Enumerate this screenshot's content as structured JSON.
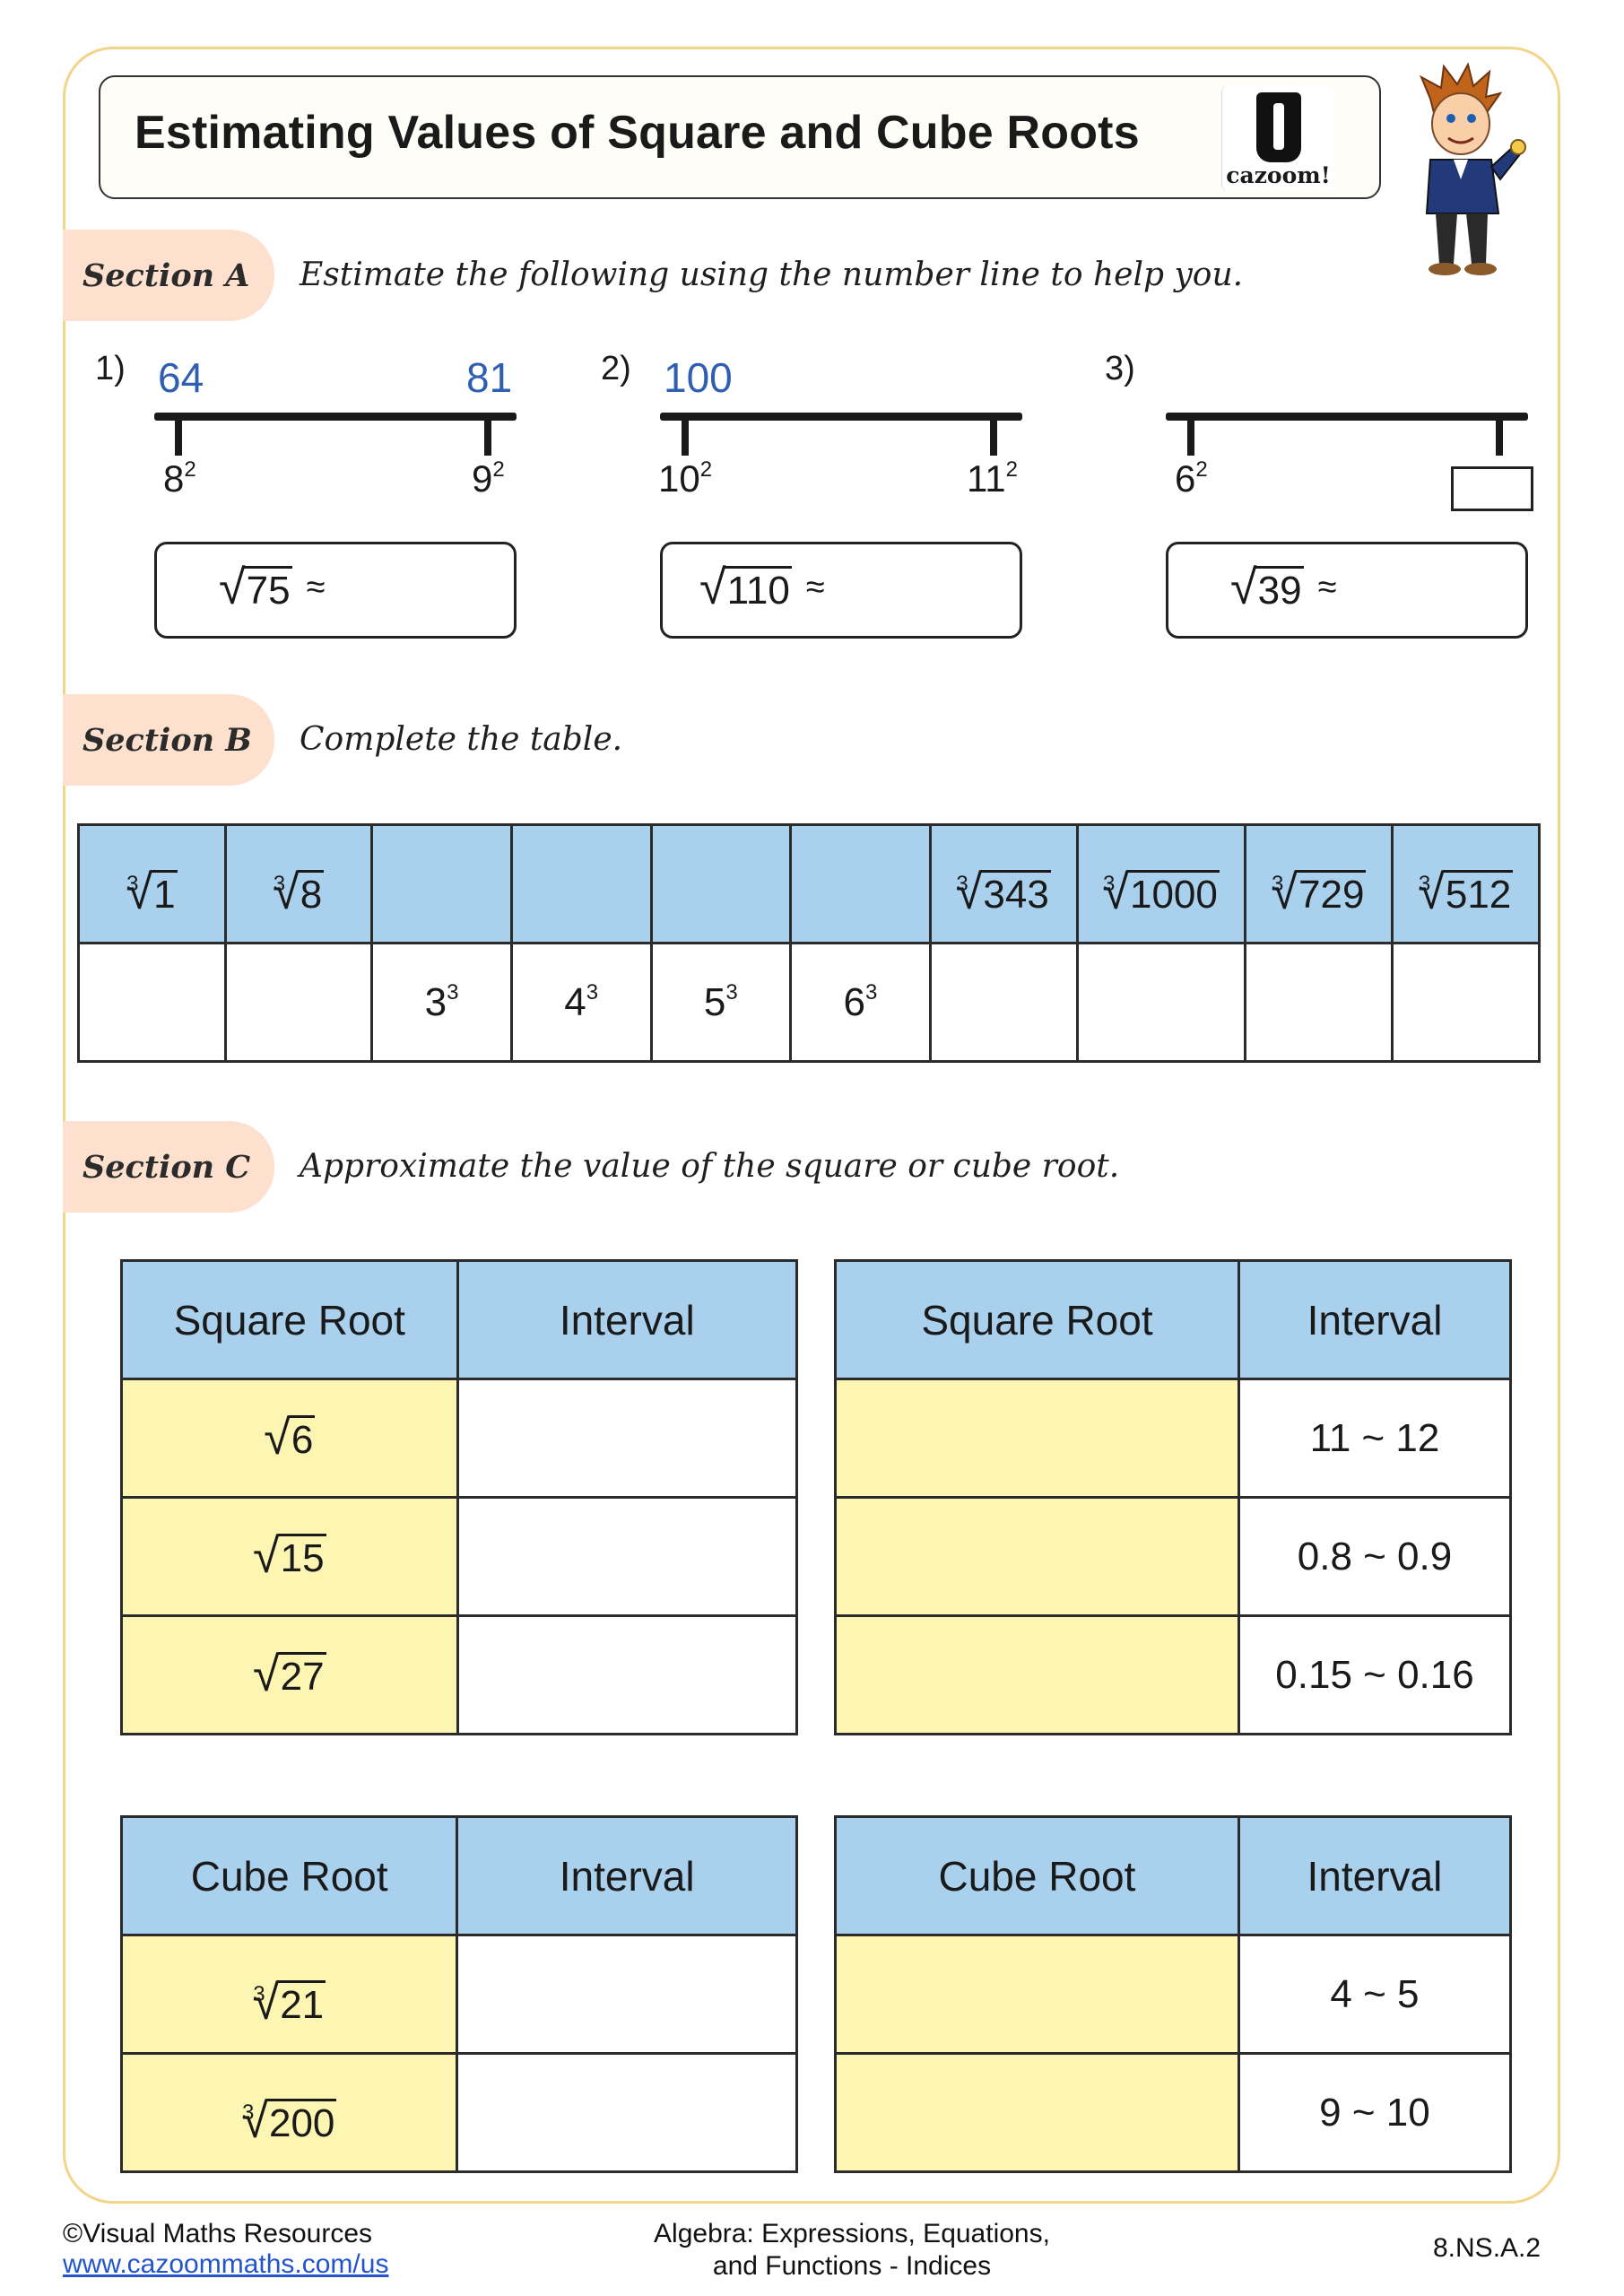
{
  "title": "Estimating Values of Square and Cube Roots",
  "logo": {
    "brand": "cazoom!"
  },
  "sectionA": {
    "label": "Section A",
    "instruction": "Estimate the following using the number line to help you.",
    "questions": [
      {
        "num": "1)",
        "left_value": "64",
        "right_value": "81",
        "left_base": "8",
        "left_exp": "2",
        "right_base": "9",
        "right_exp": "2",
        "radicand": "75",
        "approx": "≈"
      },
      {
        "num": "2)",
        "left_value": "100",
        "right_value": "",
        "left_base": "10",
        "left_exp": "2",
        "right_base": "11",
        "right_exp": "2",
        "radicand": "110",
        "approx": "≈"
      },
      {
        "num": "3)",
        "left_value": "",
        "right_value": "",
        "left_base": "6",
        "left_exp": "2",
        "right_base": "",
        "right_exp": "",
        "radicand": "39",
        "approx": "≈"
      }
    ]
  },
  "sectionB": {
    "label": "Section B",
    "instruction": "Complete the table.",
    "row1": [
      "1",
      "8",
      "",
      "",
      "",
      "",
      "343",
      "1000",
      "729",
      "512"
    ],
    "row1_index": "3",
    "row2": [
      {
        "base": "",
        "exp": ""
      },
      {
        "base": "",
        "exp": ""
      },
      {
        "base": "3",
        "exp": "3"
      },
      {
        "base": "4",
        "exp": "3"
      },
      {
        "base": "5",
        "exp": "3"
      },
      {
        "base": "6",
        "exp": "3"
      },
      {
        "base": "",
        "exp": ""
      },
      {
        "base": "",
        "exp": ""
      },
      {
        "base": "",
        "exp": ""
      },
      {
        "base": "",
        "exp": ""
      }
    ]
  },
  "sectionC": {
    "label": "Section C",
    "instruction": "Approximate the value of the square or cube root.",
    "sq_left": {
      "col1": "Square Root",
      "col2": "Interval",
      "rows": [
        "6",
        "15",
        "27"
      ]
    },
    "sq_right": {
      "col1": "Square Root",
      "col2": "Interval",
      "rows": [
        "11 ~ 12",
        "0.8 ~ 0.9",
        "0.15 ~ 0.16"
      ]
    },
    "cube_left": {
      "col1": "Cube Root",
      "col2": "Interval",
      "rows": [
        "21",
        "200"
      ],
      "index": "3"
    },
    "cube_right": {
      "col1": "Cube Root",
      "col2": "Interval",
      "rows": [
        "4 ~ 5",
        "9 ~ 10"
      ]
    }
  },
  "footer": {
    "copyright": "©Visual Maths Resources",
    "url": "www.cazoommaths.com/us",
    "topic_line1": "Algebra: Expressions, Equations,",
    "topic_line2": "and Functions - Indices",
    "code": "8.NS.A.2"
  },
  "colors": {
    "header_blue": "#a9d0ec",
    "cell_yellow": "#fdf6b2",
    "section_tab": "#fde0cd",
    "frame": "#f3d58a",
    "number_blue": "#2f5fb0"
  }
}
